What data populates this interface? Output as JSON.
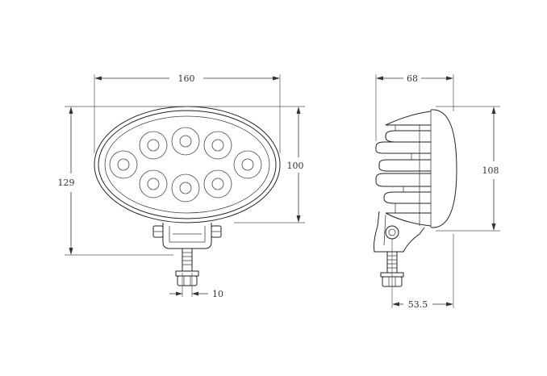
{
  "drawing": {
    "front_view": {
      "width_label": "160",
      "height_label": "129",
      "lens_height_label": "100",
      "bolt_label": "10"
    },
    "side_view": {
      "depth_label": "68",
      "housing_height_label": "108",
      "base_label": "53.5"
    }
  }
}
